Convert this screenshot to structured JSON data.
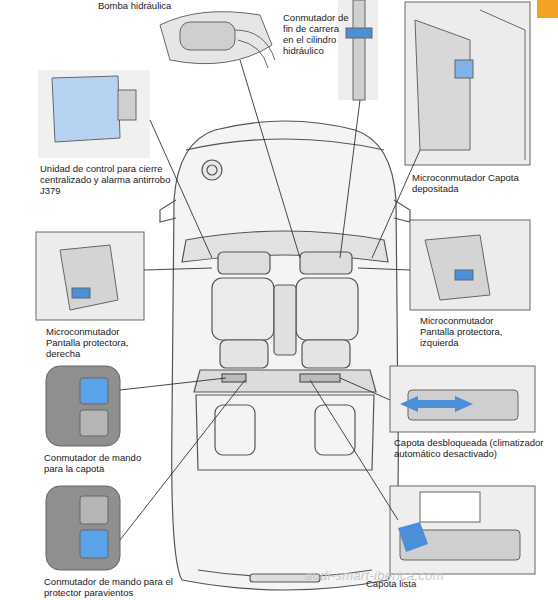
{
  "diagram": {
    "labels": [
      "Bomba hidráulica",
      "Conmutador de fin de carrera en el cilindro hidráulico",
      "Unidad de control para cierre centralizado y alarma antirrobo J379",
      "Microconmutador Capota depositada",
      "Microconmutador Pantalla protectora, derecha",
      "Microconmutador Pantalla protectora, izquierda",
      "Conmutador de mando para la capota",
      "Capota desbloqueada (climatizador automático desactivado)",
      "Conmutador de mando para el protector paravientos",
      "Capota lista",
      "audi-smart-iberica.com"
    ]
  }
}
